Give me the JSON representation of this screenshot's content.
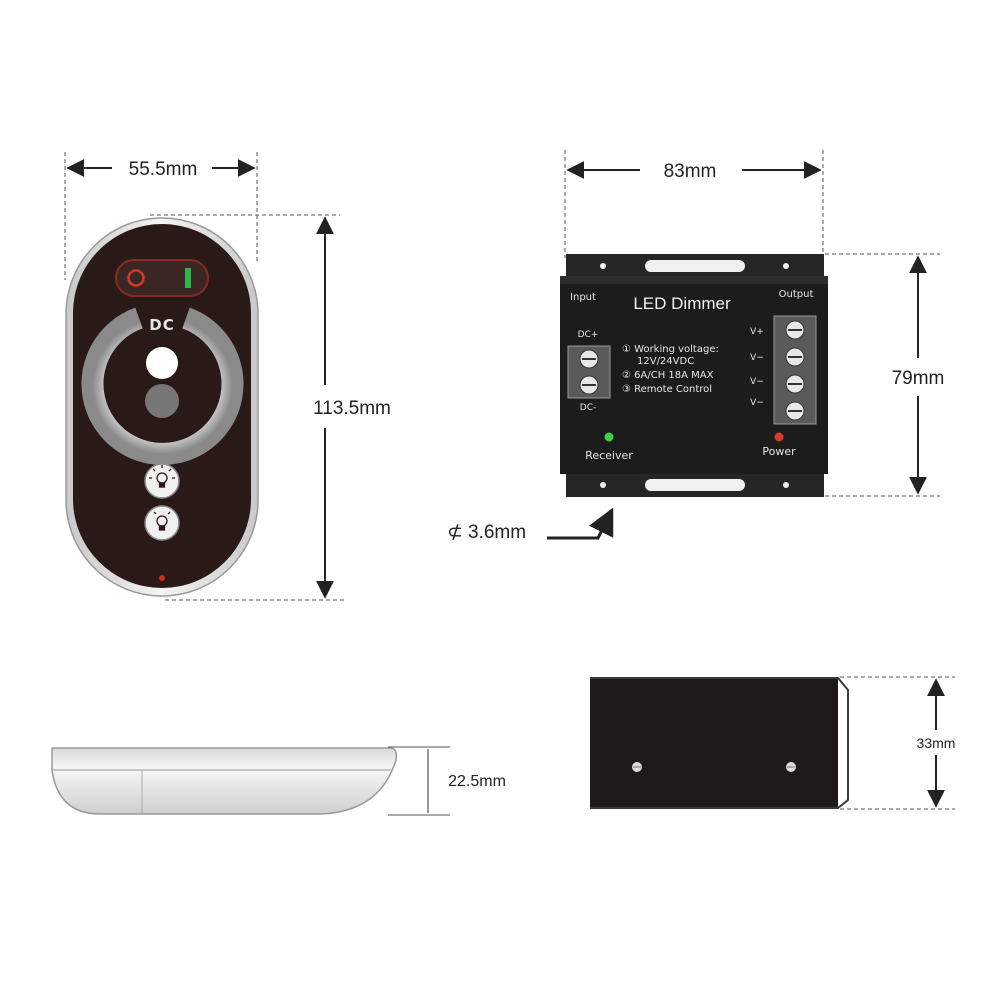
{
  "dimensions": {
    "remote_width": "55.5mm",
    "remote_height": "113.5mm",
    "remote_thickness": "22.5mm",
    "dimmer_width": "83mm",
    "dimmer_height": "79mm",
    "dimmer_depth": "33mm",
    "hole_diameter": "3.6mm",
    "hole_symbol": "⊄"
  },
  "remote": {
    "mode_label": "DC"
  },
  "dimmer": {
    "title": "LED Dimmer",
    "input_label": "Input",
    "output_label": "Output",
    "dc_plus": "DC+",
    "dc_minus": "DC-",
    "spec_line1": "① Working voltage:",
    "spec_line2": "12V/24VDC",
    "spec_line3": "② 6A/CH   18A MAX",
    "spec_line4": "③ Remote Control",
    "out_v1": "V+",
    "out_v2": "V−",
    "out_v3": "V−",
    "out_v4": "V−",
    "receiver_label": "Receiver",
    "power_label": "Power"
  },
  "colors": {
    "remote_body": "#2a1a17",
    "remote_shell": "#d9d9d9",
    "dimmer_body": "#1c1c1c",
    "receiver_led": "#3fcf4a",
    "power_led": "#d93a2a",
    "remote_led": "#cc2b1e",
    "on_indicator": "#2bb54a",
    "off_indicator": "#d23a2a"
  }
}
